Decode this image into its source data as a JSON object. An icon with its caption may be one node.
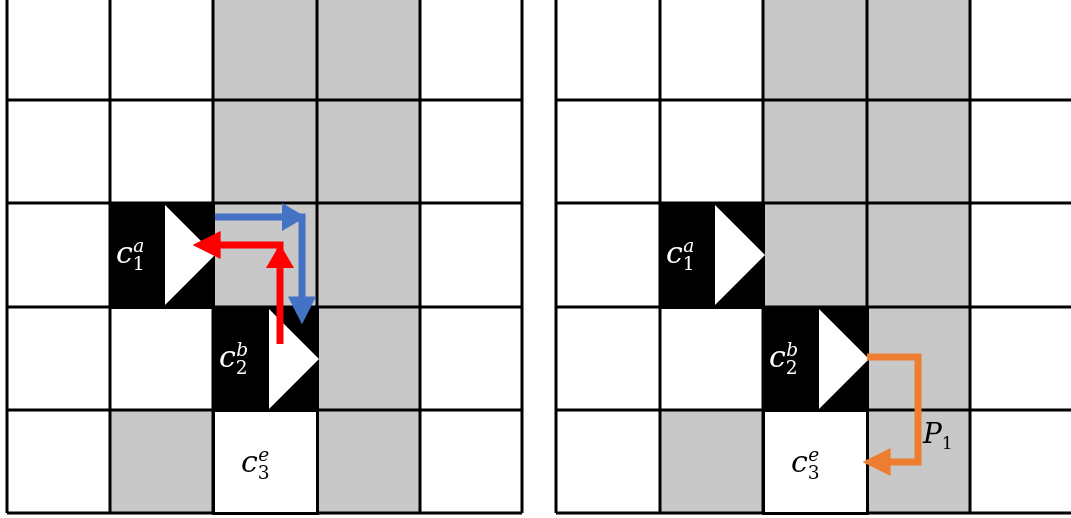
{
  "diagram": {
    "nodes": [
      {
        "text": [
          "c$_{1}$$^{a}$"
        ]
      },
      {
        "text": [
          "c$_{2}$$^{b}$"
        ]
      },
      {
        "text": [
          "c$_{3}$$^{e}$"
        ]
      },
      {
        "text": [
          "c$_{1}$$^{a}$"
        ]
      },
      {
        "text": [
          "c$_{2}$$^{b}$"
        ]
      },
      {
        "text": [
          "c$_{3}$$^{e}$"
        ]
      }
    ],
    "edges": [
      {
        "from": 0,
        "to": 1,
        "arrow": "to",
        "color": "#4472c4"
      },
      {
        "from": 1,
        "to": 0,
        "arrow": "to",
        "color": "#ff0000"
      },
      {
        "from": 4,
        "to": 5,
        "arrow": "to",
        "color": "#ed7d31",
        "label": "P$_{1}$"
      }
    ]
  }
}
